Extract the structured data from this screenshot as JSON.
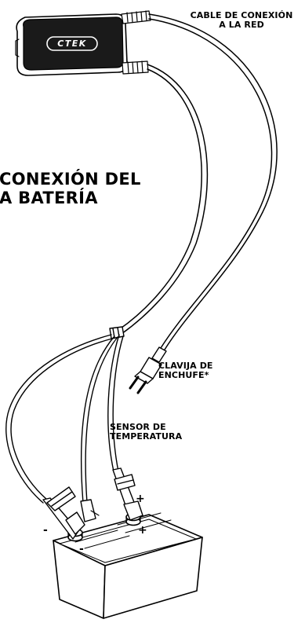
{
  "labels": {
    "mains_cable": [
      "CABLE DE CONEXIÓN",
      "A LA RED"
    ],
    "section_title": [
      "CONEXIÓN DEL",
      "A BATERÍA"
    ],
    "plug": [
      "CLAVIJA DE",
      "ENCHUFE*"
    ],
    "temp_sensor": [
      "SENSOR DE",
      "TEMPERATURA"
    ]
  },
  "brand": "CTEK",
  "polarity": {
    "plus": "+",
    "minus": "-"
  },
  "colors": {
    "ink": "#000000",
    "charger_body": "#1a1a1a",
    "paper": "#ffffff"
  }
}
